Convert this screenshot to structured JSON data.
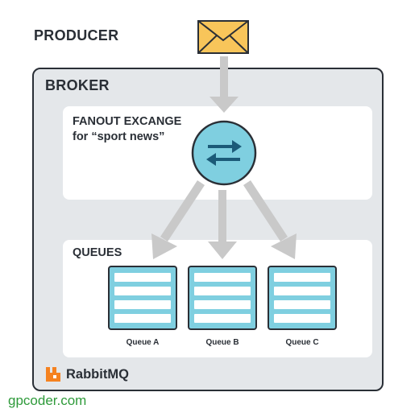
{
  "producer": {
    "label": "PRODUCER",
    "icon": "envelope-icon"
  },
  "broker": {
    "label": "BROKER",
    "exchange": {
      "title_line1": "FANOUT EXCANGE",
      "title_line2": "for “sport news”",
      "icon": "exchange-arrows-icon",
      "color": "#7fcfe0"
    },
    "queues": {
      "title": "QUEUES",
      "items": [
        {
          "label": "Queue A"
        },
        {
          "label": "Queue B"
        },
        {
          "label": "Queue C"
        }
      ],
      "color": "#7fcfe0"
    },
    "brand": {
      "name": "RabbitMQ",
      "icon": "rabbitmq-logo-icon",
      "color": "#f58220"
    }
  },
  "watermark": "gpcoder.com",
  "colors": {
    "arrow": "#c9c9c9",
    "envelope": "#f8c55a",
    "outline": "#2a2f36",
    "background": "#e4e7ea"
  }
}
